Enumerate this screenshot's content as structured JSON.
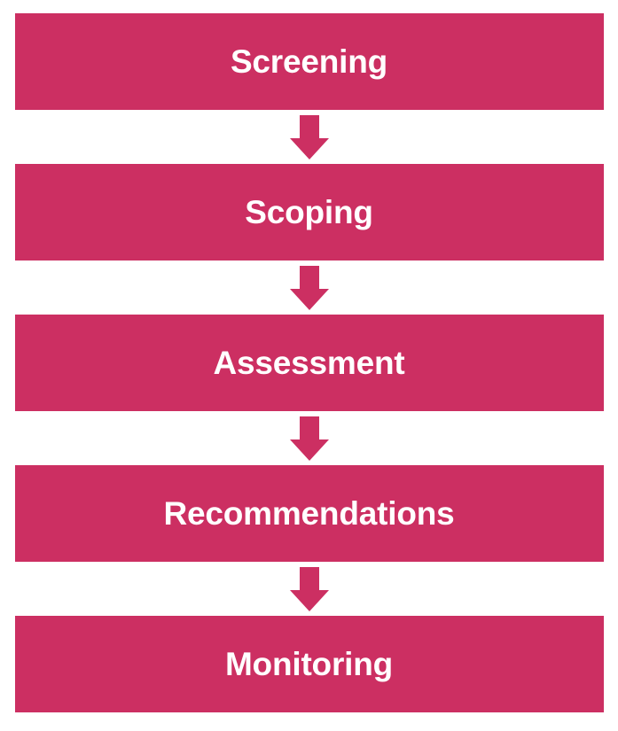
{
  "diagram": {
    "type": "vertical-process-flow",
    "title": "",
    "background_color": "#FFFFFF",
    "box_color": "#CC2F62",
    "text_color": "#FFFFFF",
    "arrow_color": "#CC2F62",
    "arrow_icon_name": "arrow-down-icon",
    "stage_count": 5,
    "stages": [
      {
        "order": 1,
        "label": "Screening"
      },
      {
        "order": 2,
        "label": "Scoping"
      },
      {
        "order": 3,
        "label": "Assessment"
      },
      {
        "order": 4,
        "label": "Recommendations"
      },
      {
        "order": 5,
        "label": "Monitoring"
      }
    ],
    "connectors": [
      {
        "from": "Screening",
        "to": "Scoping"
      },
      {
        "from": "Scoping",
        "to": "Assessment"
      },
      {
        "from": "Assessment",
        "to": "Recommendations"
      },
      {
        "from": "Recommendations",
        "to": "Monitoring"
      }
    ]
  }
}
